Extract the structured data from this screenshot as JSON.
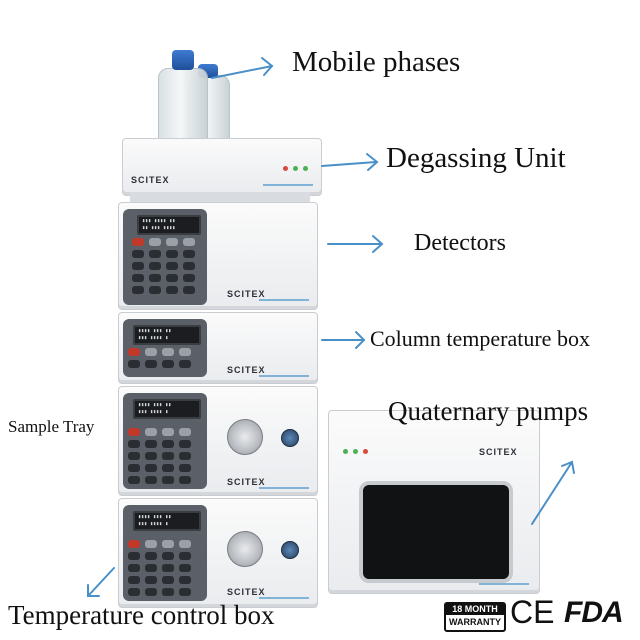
{
  "labels": {
    "mobile_phases": "Mobile phases",
    "degassing_unit": "Degassing Unit",
    "detectors": "Detectors",
    "column_temperature_box": "Column temperature box",
    "quaternary_pumps": "Quaternary pumps",
    "sample_tray": "Sample Tray",
    "temperature_control_box": "Temperature control box"
  },
  "brand": "SCITEX",
  "certifications": {
    "warranty_top": "18 MONTH",
    "warranty_bottom": "WARRANTY",
    "ce": "CE",
    "fda": "FDA"
  },
  "colors": {
    "arrow": "#4a90c8",
    "accent_stripe": "#7fb3d8"
  }
}
